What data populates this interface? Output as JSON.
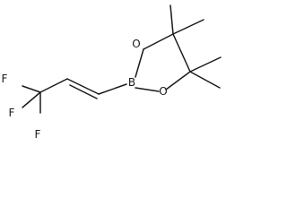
{
  "molecule": {
    "atoms": {
      "boron": "B",
      "oxygen_top": "O",
      "oxygen_bottom": "O",
      "fluorine_top": "F",
      "fluorine_left": "F",
      "fluorine_bottom": "F"
    }
  },
  "colors": {
    "ink": "#1a1a1a",
    "background": "#ffffff"
  }
}
